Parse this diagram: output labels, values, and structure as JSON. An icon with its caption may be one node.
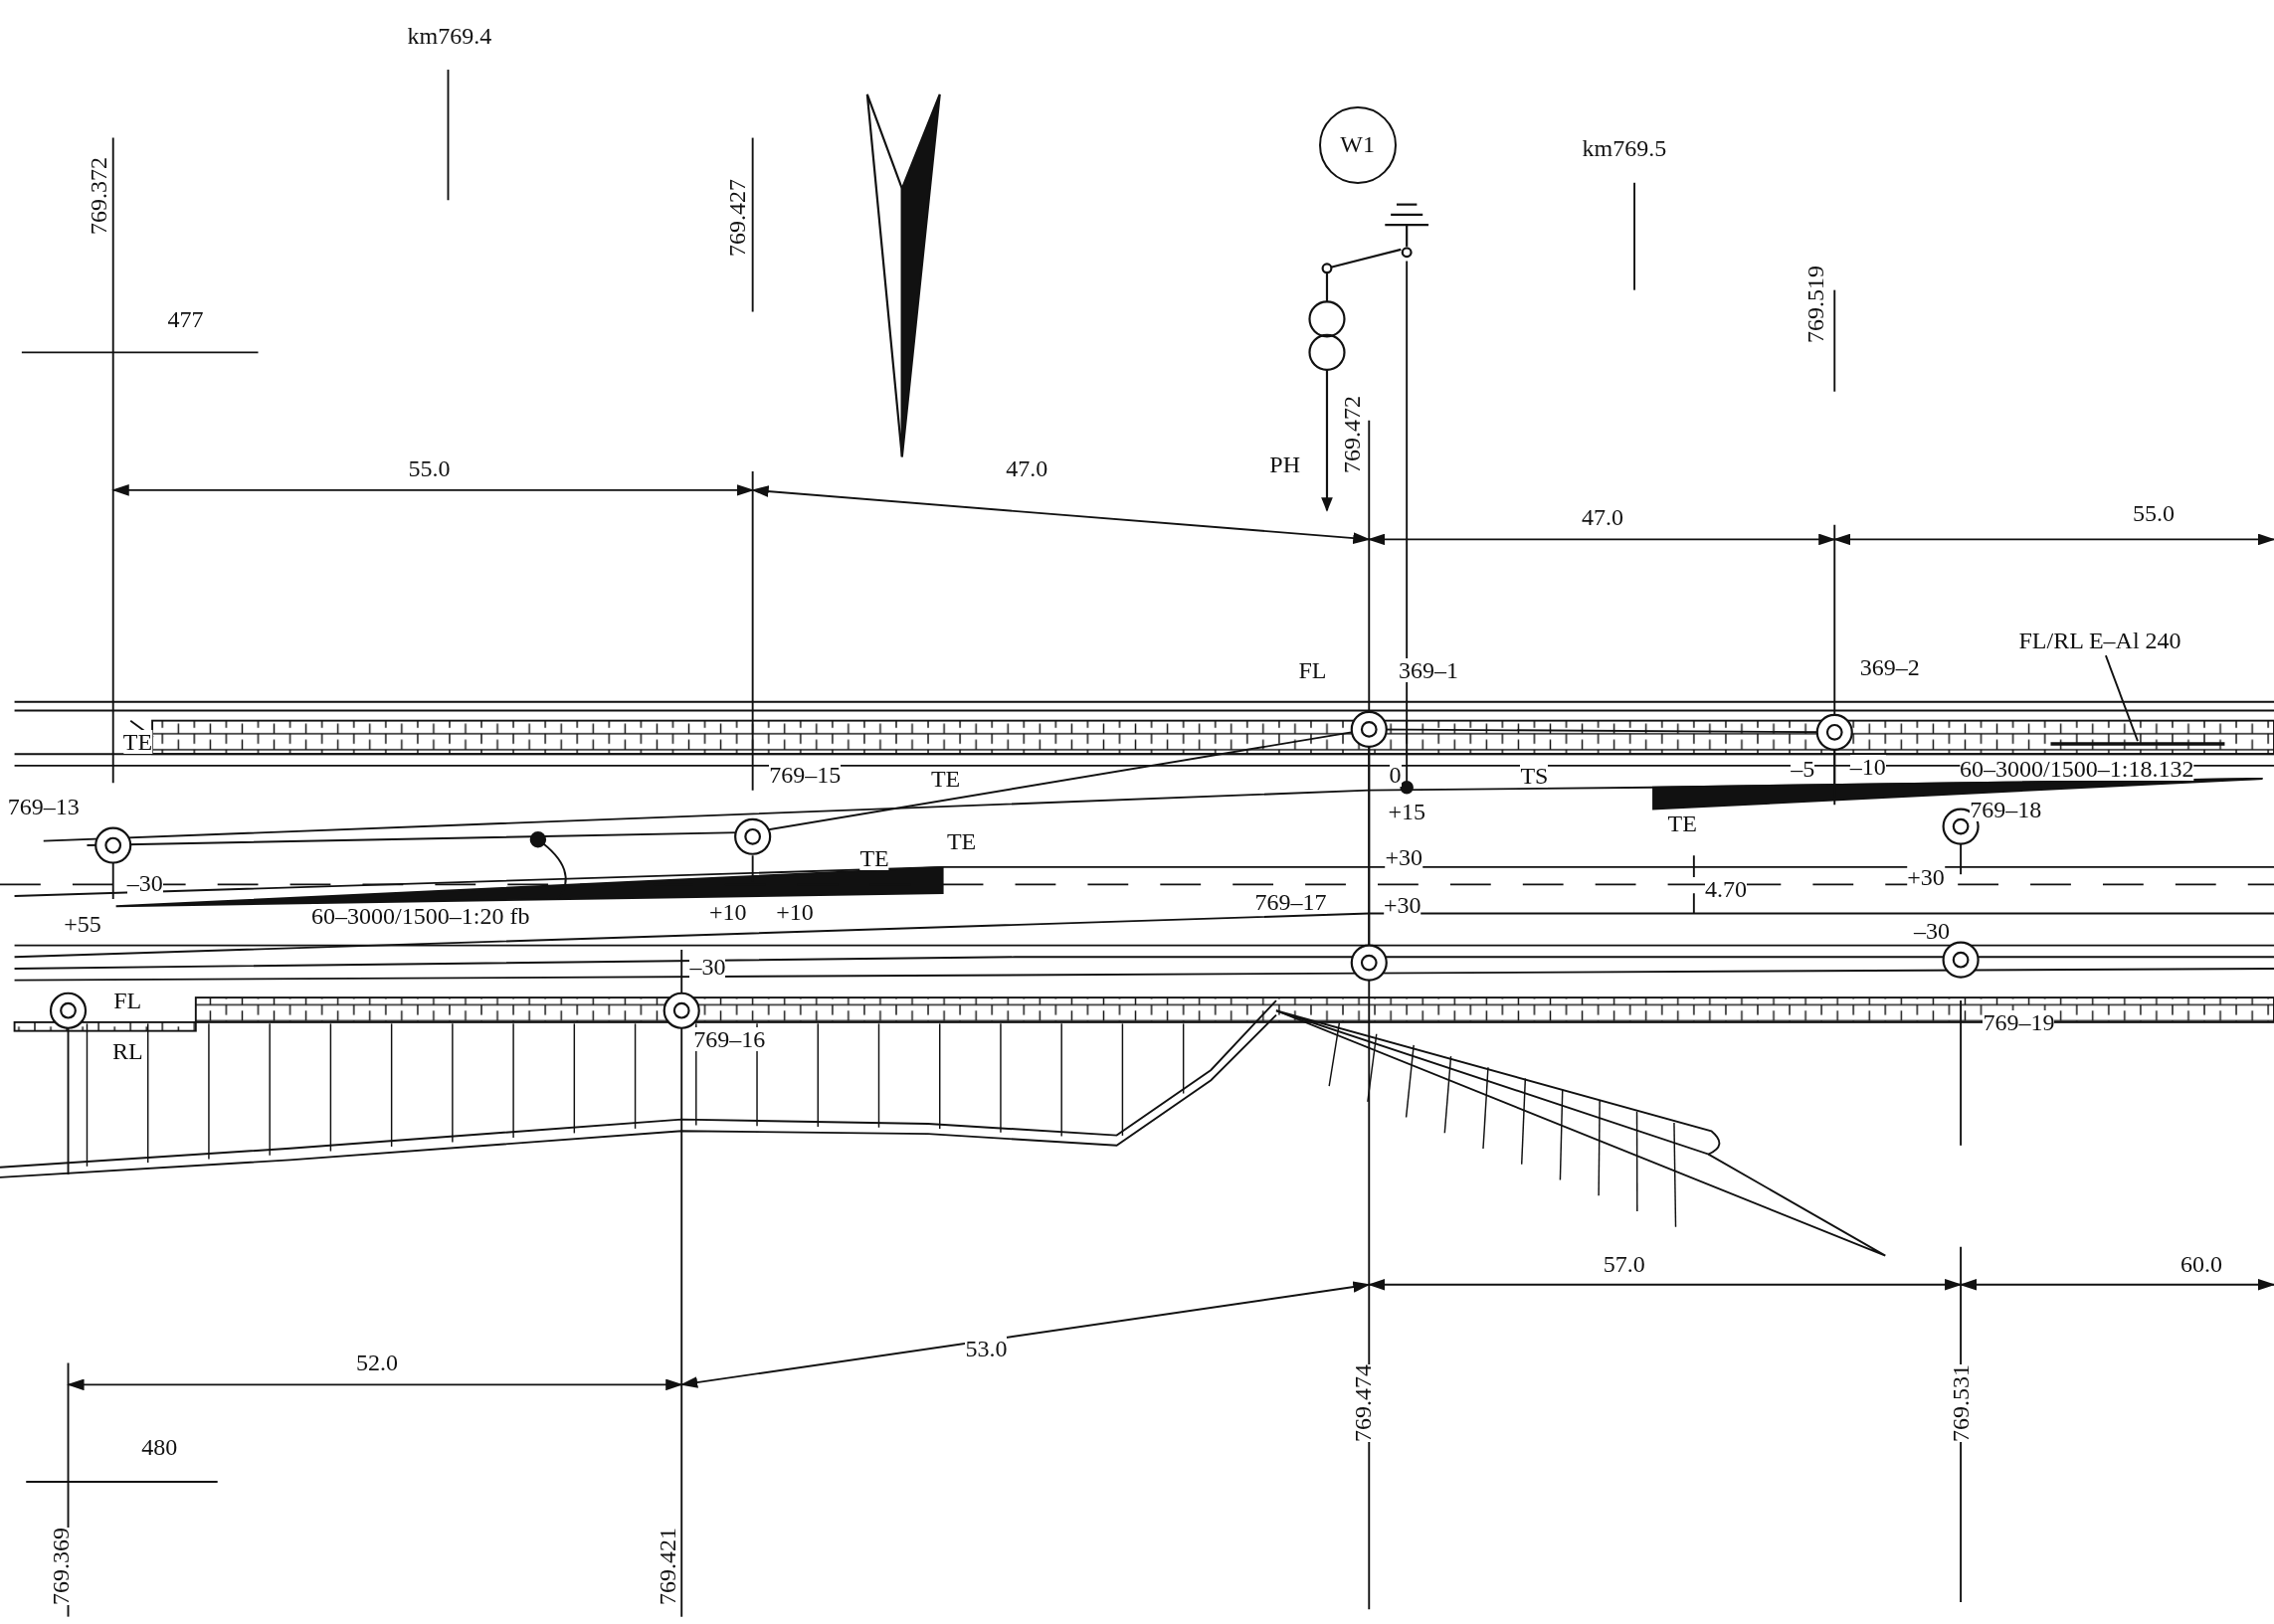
{
  "diagram": {
    "nodes": [
      {
        "text": [
          "W1"
        ]
      },
      {
        "text": [
          "FL/RL E–Al 240"
        ]
      },
      {
        "text": [],
        "shape": "line"
      }
    ],
    "edges": [
      {
        "from": 1,
        "to": 2,
        "arrow": "none"
      }
    ],
    "labels": [
      "km769.4",
      "769.372",
      "769.427",
      "477",
      "769.472",
      "PH",
      "km769.5",
      "769.519",
      "55.0",
      "47.0",
      "47.0",
      "55.0",
      "FL",
      "369–1",
      "369–2",
      "TE",
      "769–15",
      "TE",
      "0",
      "TS",
      "–5",
      "–10",
      "60–3000/1500–1:18.132",
      "769–13",
      "+15",
      "TE",
      "769–18",
      "TE",
      "TE",
      "–30",
      "+30",
      "4.70",
      "+30",
      "60–3000/1500–1:20 fb",
      "+10",
      "+10",
      "769–17",
      "+30",
      "+55",
      "–30",
      "–30",
      "FL",
      "RL",
      "769–16",
      "769–19",
      "57.0",
      "60.0",
      "52.0",
      "53.0",
      "480",
      "769.474",
      "769.531",
      "769.369",
      "769.421"
    ]
  }
}
